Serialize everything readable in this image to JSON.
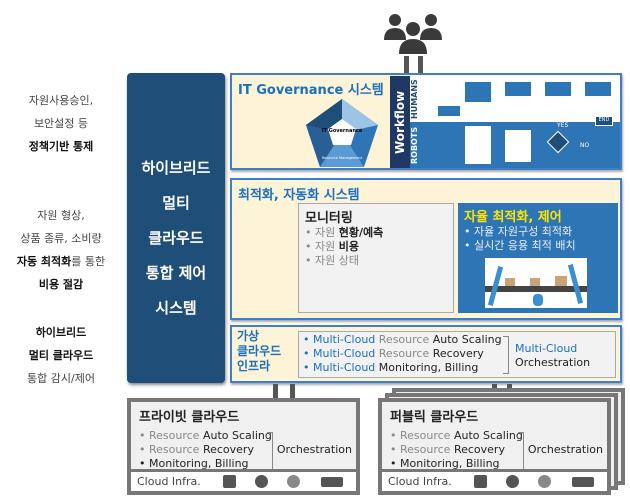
{
  "left_labels": [
    {
      "lines": [
        "자원사용승인,",
        "보안설정 등"
      ],
      "bold": "정책기반 통제"
    },
    {
      "lines": [
        "자원 형상,",
        "상품 종류, 소비량"
      ],
      "bold_mixed": [
        "자동 최적화",
        "를 통한"
      ],
      "bold": "비용 절감"
    },
    {
      "bold_lines": [
        "하이브리드",
        "멀티 클라우드"
      ],
      "line": "통합 감시/제어"
    }
  ],
  "main_system": {
    "lines": [
      "하이브리드",
      "멀티",
      "클라우드",
      "통합 제어",
      "시스템"
    ]
  },
  "it_governance": {
    "title": "IT Governance 시스템",
    "pentagon_center": "IT Governance",
    "pentagon_segment": "Resource Management",
    "workflow": {
      "label": "Workflow",
      "lanes": [
        "HUMANS",
        "ROBOTS"
      ],
      "decision_yes": "YES",
      "decision_no": "NO",
      "end": "END"
    }
  },
  "optimization": {
    "title": "최적화, 자동화 시스템",
    "monitoring": {
      "title": "모니터링",
      "items": [
        [
          "자원 ",
          "현황/예측"
        ],
        [
          "자원 ",
          "비용"
        ],
        [
          "자원 상태",
          ""
        ]
      ]
    },
    "autonomous": {
      "title": "자율 최적화, 제어",
      "items": [
        "자율 자원구성 최적화",
        "실시간 응용 최적 배치"
      ]
    }
  },
  "virtual": {
    "title_lines": [
      "가상",
      "클라우드",
      "인프라"
    ],
    "items": [
      [
        "Multi-Cloud",
        " Resource ",
        "Auto Scaling"
      ],
      [
        "Multi-Cloud",
        " Resource ",
        "Recovery"
      ],
      [
        "Multi-Cloud",
        " ",
        "Monitoring, Billing"
      ]
    ],
    "orch": [
      "Multi-Cloud",
      "Orchestration"
    ]
  },
  "clouds": [
    {
      "title": "프라이빗 클라우드",
      "items": [
        [
          "Resource ",
          "Auto Scaling"
        ],
        [
          "Resource ",
          "Recovery"
        ],
        [
          "",
          "Monitoring, Billing"
        ]
      ],
      "orch": "Orchestration",
      "infra": "Cloud Infra."
    },
    {
      "title": "퍼블릭 클라우드",
      "items": [
        [
          "Resource ",
          "Auto Scaling"
        ],
        [
          "Resource ",
          "Recovery"
        ],
        [
          "",
          "Monitoring, Billing"
        ]
      ],
      "orch": "Orchestration",
      "infra": "Cloud Infra."
    }
  ],
  "colors": {
    "navy": "#1f4e79",
    "accent": "#1a6fc0",
    "beige": "#fdf3d6",
    "yellow": "#ffe600"
  }
}
